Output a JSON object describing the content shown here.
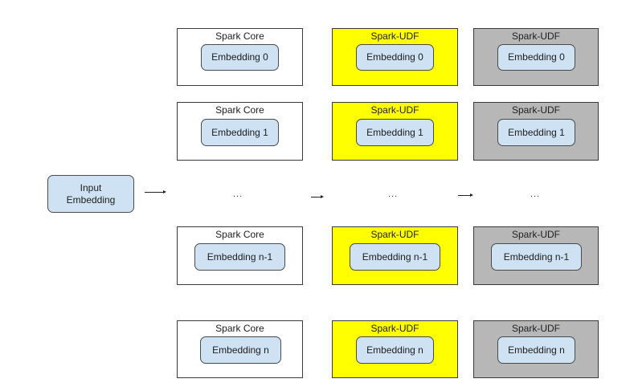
{
  "colors": {
    "core_fill": "#ffffff",
    "udf_yellow_fill": "#ffff00",
    "udf_gray_fill": "#b7b7b7",
    "embedding_fill": "#cfe2f3",
    "border": "#3a3a3a"
  },
  "input": {
    "label_line1": "Input",
    "label_line2": "Embedding"
  },
  "ellipsis": "...",
  "columns": [
    {
      "kind": "core",
      "boxes": [
        {
          "title": "Spark Core",
          "embedding": "Embedding 0"
        },
        {
          "title": "Spark Core",
          "embedding": "Embedding 1"
        },
        {
          "title": "Spark Core",
          "embedding": "Embedding n-1"
        },
        {
          "title": "Spark Core",
          "embedding": "Embedding n"
        }
      ]
    },
    {
      "kind": "udf-yellow",
      "boxes": [
        {
          "title": "Spark-UDF",
          "embedding": "Embedding 0"
        },
        {
          "title": "Spark-UDF",
          "embedding": "Embedding 1"
        },
        {
          "title": "Spark-UDF",
          "embedding": "Embedding n-1"
        },
        {
          "title": "Spark-UDF",
          "embedding": "Embedding n"
        }
      ]
    },
    {
      "kind": "udf-gray",
      "boxes": [
        {
          "title": "Spark-UDF",
          "embedding": "Embedding 0"
        },
        {
          "title": "Spark-UDF",
          "embedding": "Embedding 1"
        },
        {
          "title": "Spark-UDF",
          "embedding": "Embedding n-1"
        },
        {
          "title": "Spark-UDF",
          "embedding": "Embedding n"
        }
      ]
    }
  ]
}
